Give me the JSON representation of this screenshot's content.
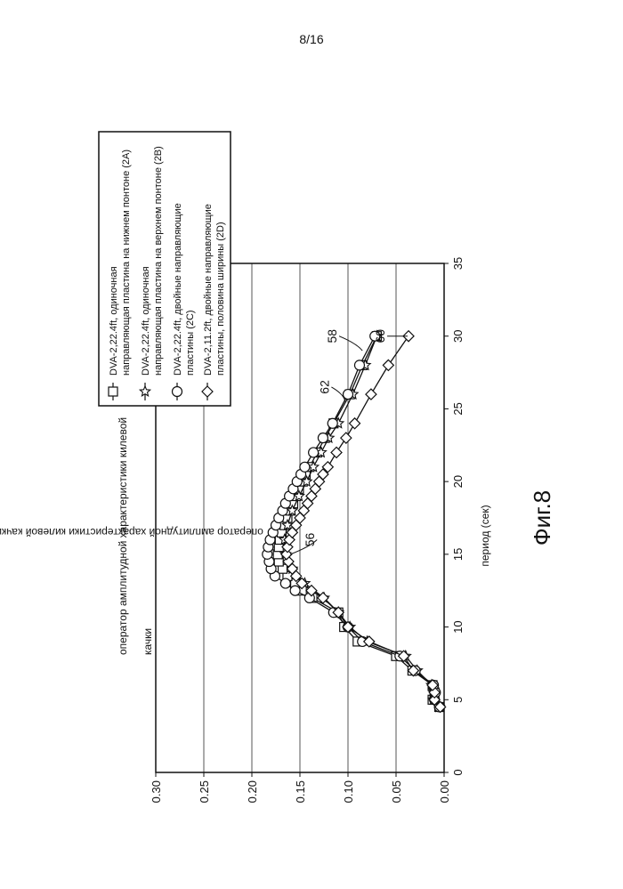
{
  "page": {
    "number": "8/16"
  },
  "figure": {
    "caption": "Фиг.8"
  },
  "chart_data": {
    "type": "line",
    "title": "оператор амплитудной характеристики килевой качки",
    "xlabel": "период (сек)",
    "ylabel": "оператор амплитудной характеристики килевой качки (м/м)",
    "xlim": [
      0,
      35
    ],
    "ylim": [
      0,
      0.3
    ],
    "xticks": [
      "0",
      "5",
      "10",
      "15",
      "20",
      "25",
      "30",
      "35"
    ],
    "yticks": [
      "0.00",
      "0.05",
      "0.10",
      "0.15",
      "0.20",
      "0.25",
      "0.30"
    ],
    "grid": "horizontal",
    "legend_position": "top-right",
    "series": [
      {
        "name": "DVA-2,22.4ft, одиночная направляющая пластина на нижнем понтоне (2A)",
        "marker": "square",
        "x": [
          4.5,
          5,
          5.5,
          6,
          7,
          8,
          9,
          10,
          11,
          12,
          12.5,
          13,
          13.5,
          14,
          14.5,
          15,
          15.5,
          16,
          16.5,
          17,
          17.5,
          18,
          18.5,
          19,
          19.5,
          20,
          20.5,
          21,
          22,
          23,
          24,
          26,
          28,
          30
        ],
        "y": [
          0.005,
          0.012,
          0.01,
          0.012,
          0.033,
          0.05,
          0.09,
          0.104,
          0.11,
          0.137,
          0.148,
          0.155,
          0.163,
          0.168,
          0.172,
          0.173,
          0.172,
          0.171,
          0.169,
          0.166,
          0.163,
          0.16,
          0.157,
          0.154,
          0.151,
          0.147,
          0.144,
          0.14,
          0.132,
          0.124,
          0.115,
          0.098,
          0.085,
          0.07
        ]
      },
      {
        "name": "DVA-2,22.4ft, одиночная направляющая пластина на верхнем понтоне (2B)",
        "marker": "star",
        "x": [
          4.5,
          5,
          5.5,
          6,
          7,
          8,
          9,
          10,
          11,
          12,
          13,
          14,
          15,
          16,
          17,
          18,
          19,
          20,
          21,
          22,
          23,
          24,
          26,
          28,
          30
        ],
        "y": [
          0.005,
          0.011,
          0.011,
          0.013,
          0.028,
          0.04,
          0.08,
          0.098,
          0.11,
          0.125,
          0.145,
          0.158,
          0.165,
          0.166,
          0.163,
          0.158,
          0.151,
          0.143,
          0.136,
          0.128,
          0.12,
          0.11,
          0.095,
          0.082,
          0.07
        ]
      },
      {
        "name": "DVA-2,22.4ft, двойные направляющие пластины (2C)",
        "marker": "circle",
        "x": [
          4.5,
          5,
          5.5,
          6,
          7,
          8,
          9,
          10,
          11,
          12,
          12.5,
          13,
          13.5,
          14,
          14.5,
          15,
          15.5,
          16,
          16.5,
          17,
          17.5,
          18,
          18.5,
          19,
          19.5,
          20,
          20.5,
          21,
          22,
          23,
          24,
          26,
          28,
          30
        ],
        "y": [
          0.005,
          0.01,
          0.009,
          0.011,
          0.03,
          0.046,
          0.085,
          0.1,
          0.115,
          0.14,
          0.155,
          0.165,
          0.176,
          0.18,
          0.182,
          0.184,
          0.183,
          0.181,
          0.178,
          0.175,
          0.172,
          0.168,
          0.165,
          0.161,
          0.157,
          0.153,
          0.149,
          0.145,
          0.136,
          0.126,
          0.116,
          0.1,
          0.088,
          0.072
        ]
      },
      {
        "name": "DVA-2,11.2ft, двойные направляющие пластины, половина ширины (2D)",
        "marker": "diamond",
        "x": [
          4.5,
          5,
          5.5,
          6,
          7,
          8,
          9,
          10,
          11,
          12,
          12.5,
          13,
          13.5,
          14,
          14.5,
          15,
          15.5,
          16,
          16.5,
          17,
          17.5,
          18,
          18.5,
          19,
          19.5,
          20,
          20.5,
          21,
          22,
          23,
          24,
          26,
          28,
          30
        ],
        "y": [
          0.004,
          0.01,
          0.01,
          0.012,
          0.032,
          0.042,
          0.078,
          0.1,
          0.11,
          0.126,
          0.138,
          0.148,
          0.154,
          0.158,
          0.162,
          0.164,
          0.163,
          0.161,
          0.158,
          0.154,
          0.15,
          0.146,
          0.142,
          0.138,
          0.134,
          0.13,
          0.126,
          0.121,
          0.112,
          0.102,
          0.093,
          0.076,
          0.058,
          0.037
        ]
      }
    ],
    "annotations": [
      {
        "text": "56",
        "x": 16,
        "y": 0.135
      },
      {
        "text": "58",
        "x": 30,
        "y": 0.112
      },
      {
        "text": "60",
        "x": 30,
        "y": 0.062
      },
      {
        "text": "62",
        "x": 26.5,
        "y": 0.12
      }
    ]
  }
}
